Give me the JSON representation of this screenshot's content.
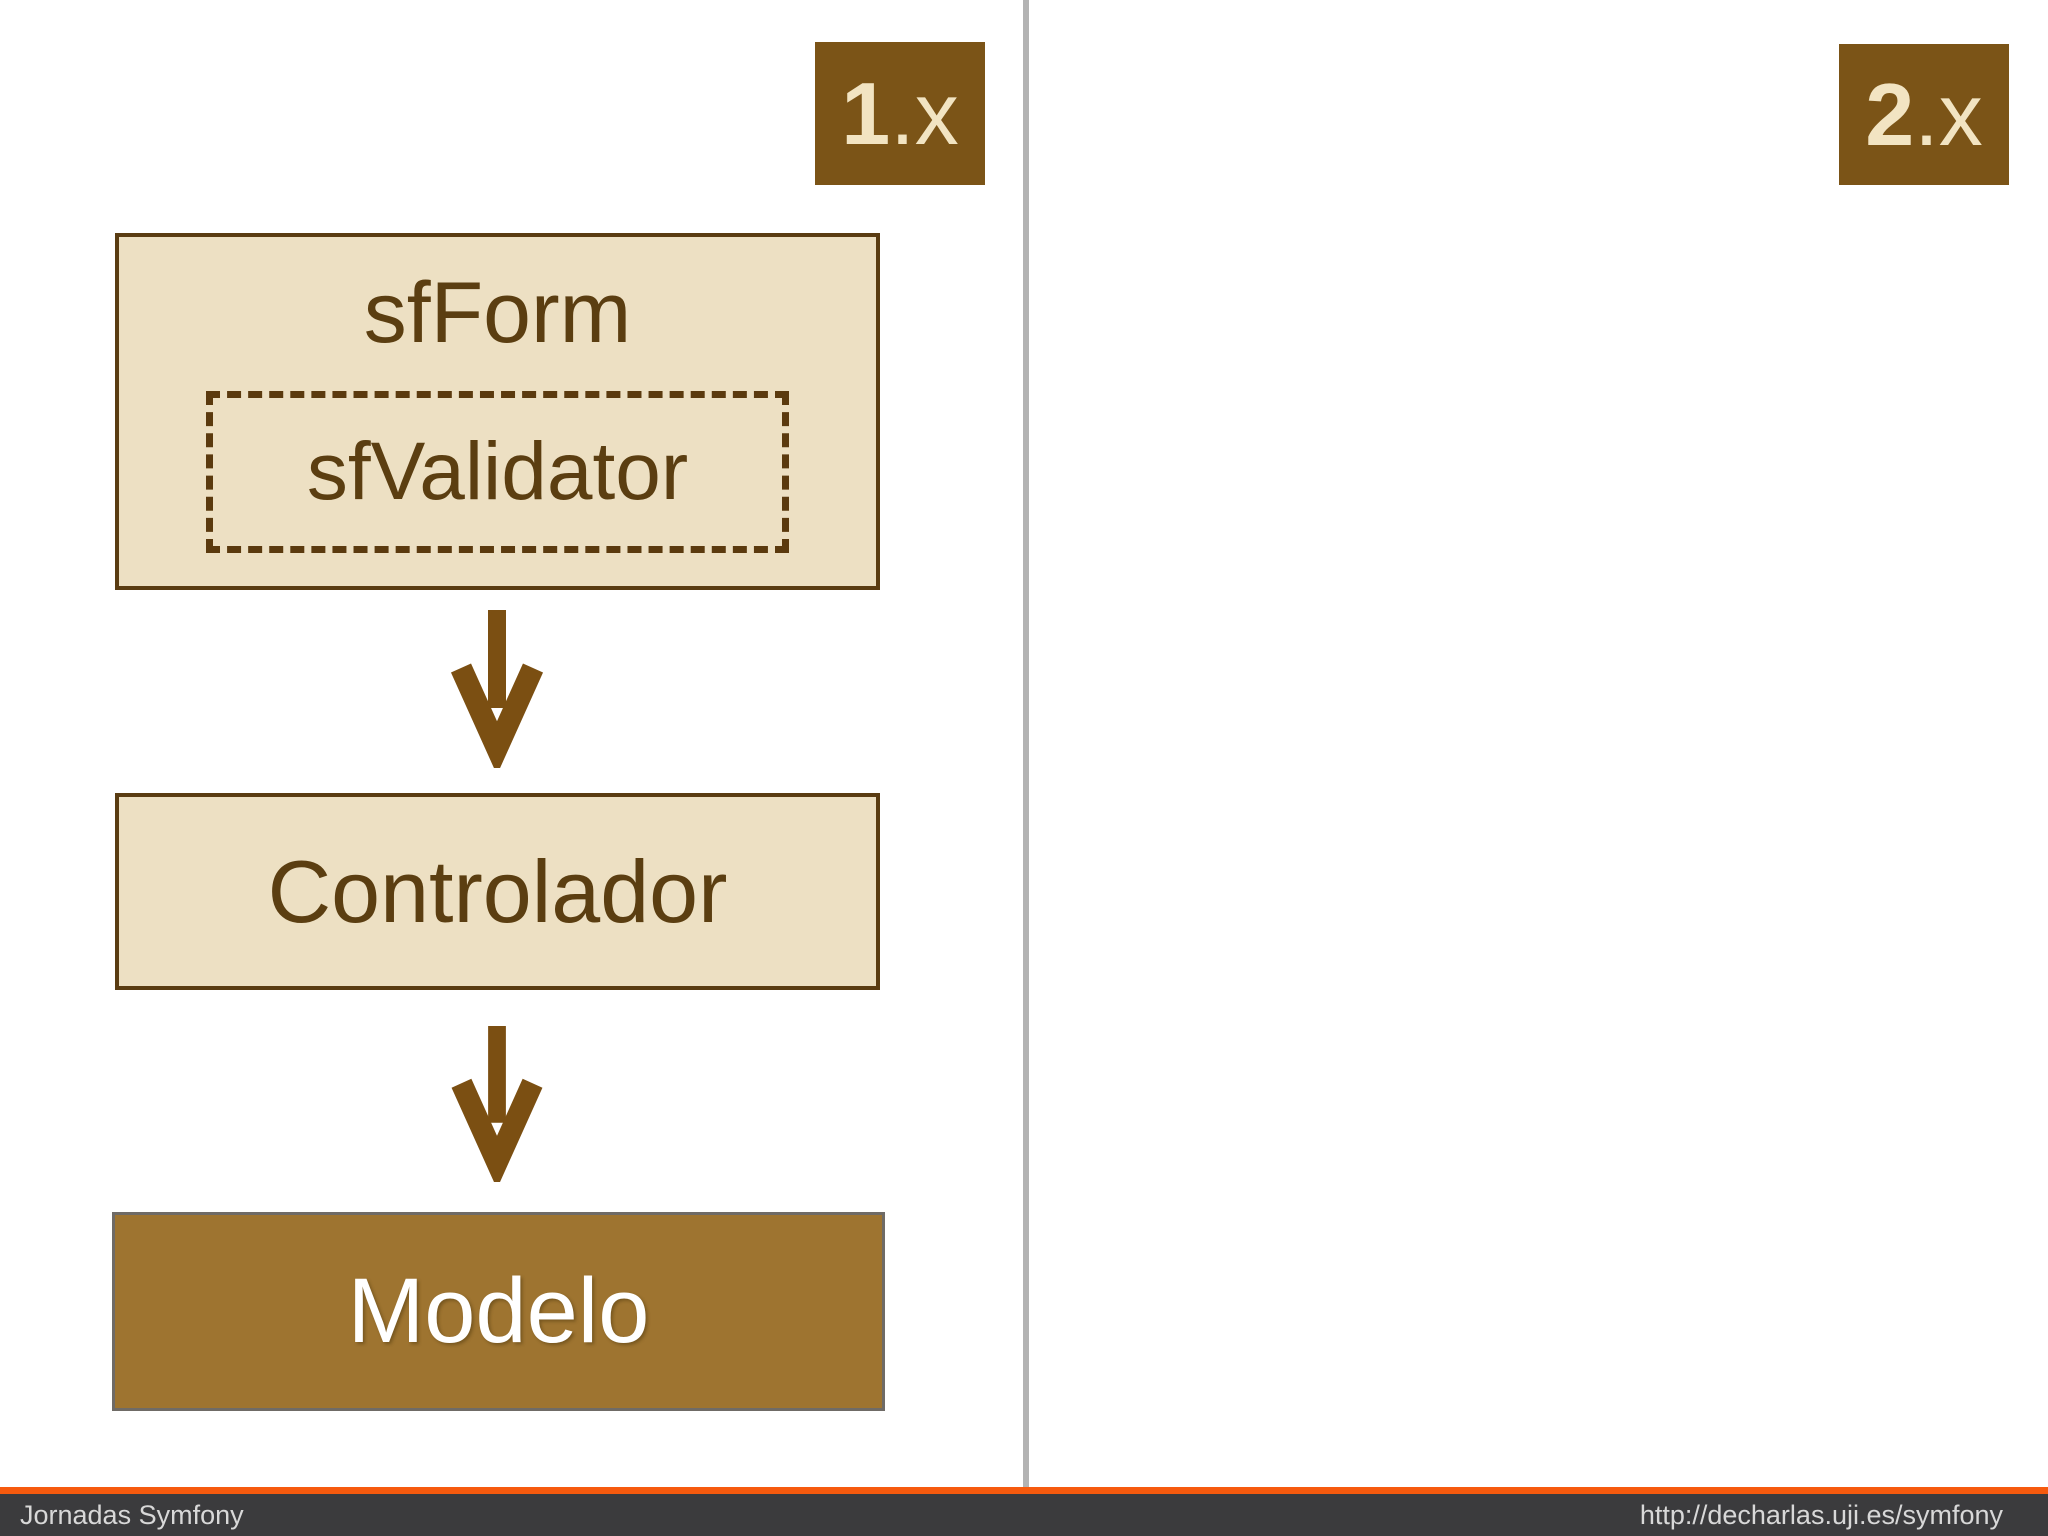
{
  "slide": {
    "badges": {
      "left": {
        "number": "1",
        "suffix": ".x"
      },
      "right": {
        "number": "2",
        "suffix": ".x"
      }
    },
    "diagram_1x": {
      "sfform": "sfForm",
      "sfvalidator": "sfValidator",
      "controlador": "Controlador",
      "modelo": "Modelo"
    },
    "footer": {
      "left": "Jornadas Symfony",
      "right": "http://decharlas.uji.es/symfony"
    },
    "colors": {
      "badge_bg": "#7B5417",
      "badge_text": "#F2E4C2",
      "box_fill": "#EDE0C3",
      "box_border": "#5A3C12",
      "box_text": "#5B3E11",
      "modelo_fill": "#9E7430",
      "modelo_border": "#6F6B66",
      "modelo_text": "#FFFFFF",
      "arrow": "#7B4F12",
      "divider": "#B3B3B3",
      "accent_line": "#F65A0E",
      "footer_bg": "#3B3B3D",
      "footer_text": "#D8D8D8"
    }
  }
}
